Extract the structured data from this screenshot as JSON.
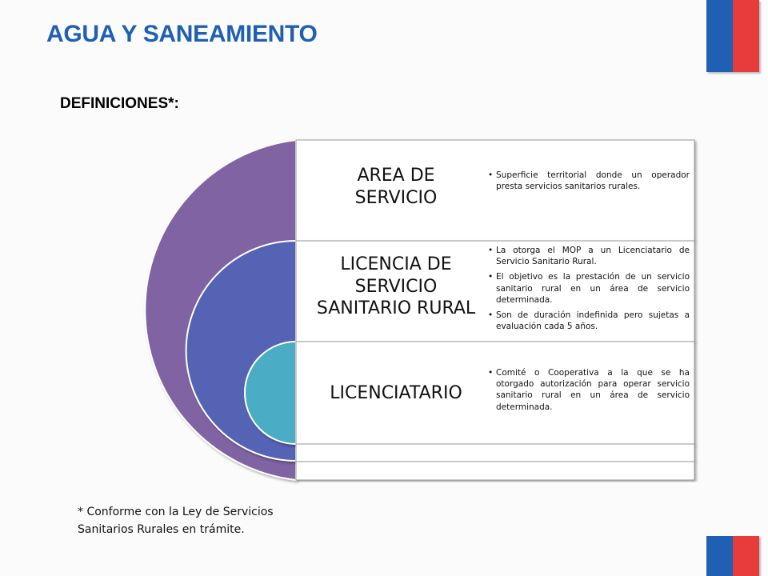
{
  "header": {
    "title": "AGUA Y SANEAMIENTO",
    "subtitle": "DEFINICIONES*:"
  },
  "definitions": [
    {
      "term": [
        "AREA DE",
        "SERVICIO"
      ],
      "bullets": [
        "Superficie territorial donde un operador presta servicios sanitarios rurales."
      ]
    },
    {
      "term": [
        "LICENCIA DE",
        "SERVICIO",
        "SANITARIO RURAL"
      ],
      "bullets": [
        "La otorga el MOP a un Licenciatario de Servicio Sanitario Rural.",
        "El objetivo es la prestación de un servicio sanitario rural en un área de servicio determinada.",
        "Son de duración indefinida pero sujetas a evaluación cada 5 años."
      ]
    },
    {
      "term": [
        "LICENCIATARIO"
      ],
      "bullets": [
        "Comité o Cooperativa a la que se ha otorgado autorización para operar servicio sanitario rural en un área de servicio determinada."
      ]
    }
  ],
  "footnote": {
    "line1": "* Conforme con la Ley de Servicios",
    "line2": "Sanitarios Rurales en trámite."
  },
  "colors": {
    "title": "#1f5fb4",
    "outer_ring": "#8064a2",
    "middle_ring": "#5464b4",
    "inner_ring": "#4bacc6",
    "flag_blue": "#1f5fb4",
    "flag_red": "#e63c3c"
  }
}
